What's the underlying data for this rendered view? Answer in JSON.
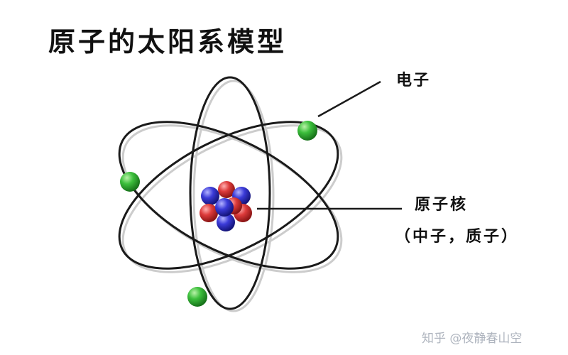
{
  "title": "原子的太阳系模型",
  "labels": {
    "electron": "电子",
    "nucleus": "原子核",
    "particles": "（中子，质子）"
  },
  "watermark": "知乎 @夜静春山空",
  "colors": {
    "electron": "#2eaa2e",
    "proton": "#d33a3a",
    "neutron": "#3a3ad0",
    "orbit": "#1a1a1a",
    "orbit_shadow": "#c8c8c8"
  },
  "icons": {
    "electron": "green-sphere",
    "proton": "red-sphere",
    "neutron": "blue-sphere"
  }
}
